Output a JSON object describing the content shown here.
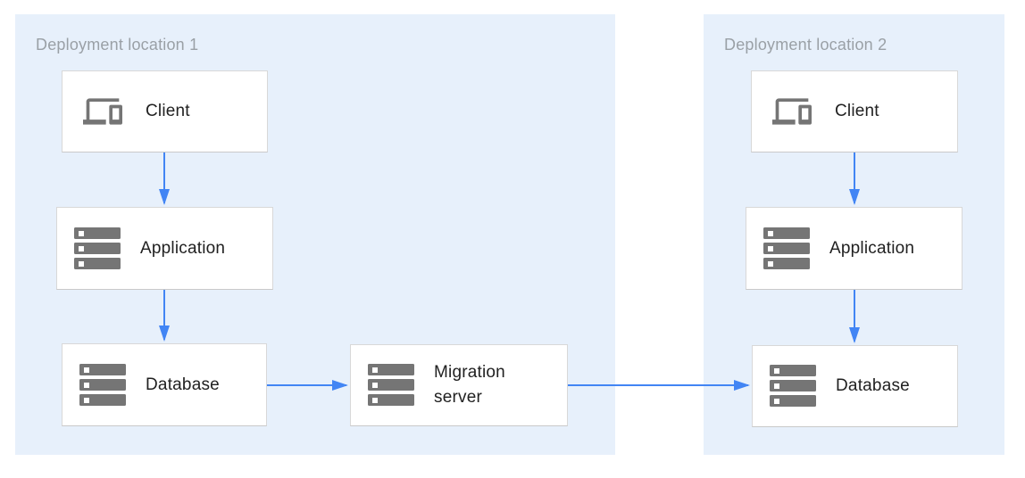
{
  "diagram": {
    "zones": [
      {
        "title": "Deployment location 1"
      },
      {
        "title": "Deployment location 2"
      }
    ],
    "nodes": {
      "client1": {
        "label": "Client",
        "icon": "devices-icon"
      },
      "application1": {
        "label": "Application",
        "icon": "server-stack-icon"
      },
      "database1": {
        "label": "Database",
        "icon": "server-stack-icon"
      },
      "migration": {
        "label": "Migration server",
        "icon": "server-stack-icon"
      },
      "client2": {
        "label": "Client",
        "icon": "devices-icon"
      },
      "application2": {
        "label": "Application",
        "icon": "server-stack-icon"
      },
      "database2": {
        "label": "Database",
        "icon": "server-stack-icon"
      }
    },
    "edges": [
      {
        "from": "client1",
        "to": "application1",
        "direction": "down"
      },
      {
        "from": "application1",
        "to": "database1",
        "direction": "down"
      },
      {
        "from": "database1",
        "to": "migration",
        "direction": "right"
      },
      {
        "from": "migration",
        "to": "database2",
        "direction": "right"
      },
      {
        "from": "client2",
        "to": "application2",
        "direction": "down"
      },
      {
        "from": "application2",
        "to": "database2",
        "direction": "down"
      }
    ],
    "colors": {
      "zone_background": "#e7f0fb",
      "arrow_blue": "#4285f4",
      "icon_gray": "#757575",
      "box_border": "#d8d8d8",
      "zone_title_gray": "#9aa0a6",
      "label_dark": "#212121"
    }
  }
}
